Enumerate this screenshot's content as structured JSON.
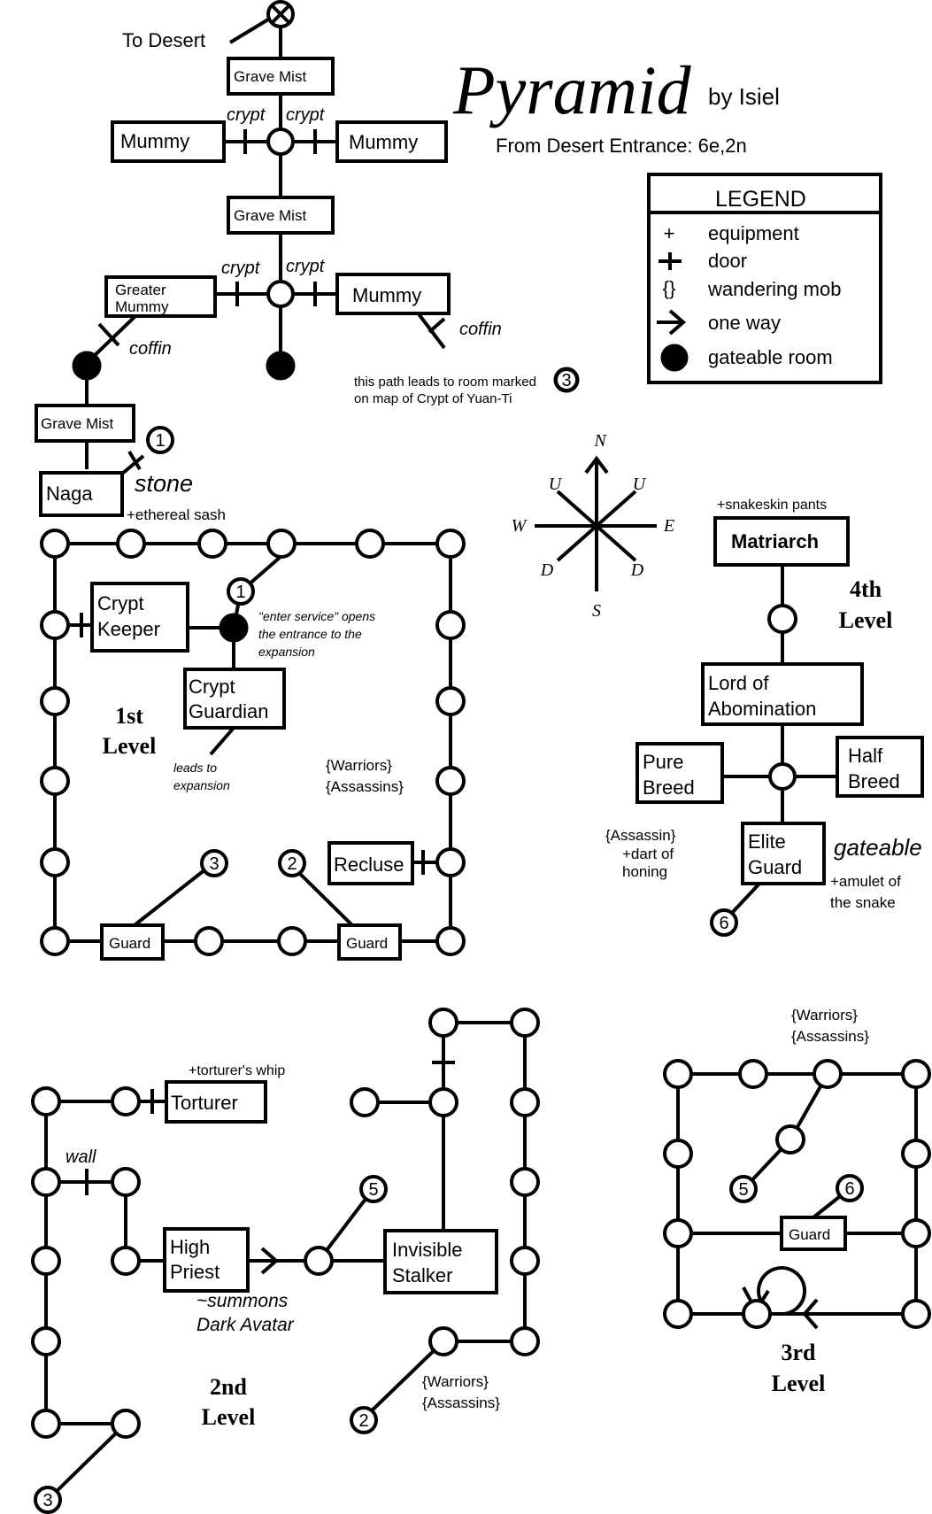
{
  "title": "Pyramid",
  "byline": "by Isiel",
  "subtitle": "From Desert Entrance:  6e,2n",
  "legend": {
    "heading": "LEGEND",
    "items": [
      {
        "symbol": "+",
        "label": "equipment"
      },
      {
        "symbol": "door-icon",
        "label": "door"
      },
      {
        "symbol": "{}",
        "label": "wandering mob"
      },
      {
        "symbol": "one-way-arrow-icon",
        "label": "one way"
      },
      {
        "symbol": "filled-circle-icon",
        "label": "gateable room"
      }
    ]
  },
  "compass": {
    "n": "N",
    "s": "S",
    "e": "E",
    "w": "W",
    "u1": "U",
    "u2": "U",
    "d1": "D",
    "d2": "D"
  },
  "top": {
    "to_desert": "To Desert",
    "grave_mist_1": "Grave Mist",
    "grave_mist_2": "Grave Mist",
    "grave_mist_3": "Grave Mist",
    "mummy_left": "Mummy",
    "mummy_right": "Mummy",
    "mummy_lower": "Mummy",
    "greater_mummy_1": "Greater",
    "greater_mummy_2": "Mummy",
    "crypt_a": "crypt",
    "crypt_b": "crypt",
    "crypt_c": "crypt",
    "crypt_d": "crypt",
    "coffin_left": "coffin",
    "coffin_right": "coffin",
    "path_note_1": "this path leads to room marked",
    "path_note_2": "on map of Crypt of Yuan-Ti",
    "path_note_num": "3",
    "naga": "Naga",
    "stone": "stone",
    "stone_num": "1",
    "ethereal_sash": "+ethereal sash"
  },
  "level1": {
    "label_1": "1st",
    "label_2": "Level",
    "crypt_keeper_1": "Crypt",
    "crypt_keeper_2": "Keeper",
    "crypt_guardian_1": "Crypt",
    "crypt_guardian_2": "Guardian",
    "num_1": "1",
    "note_enter_1": "\"enter service\" opens",
    "note_enter_2": "the entrance to the",
    "note_enter_3": "expansion",
    "note_leads_1": "leads to",
    "note_leads_2": "expansion",
    "mobs_1": "{Warriors}",
    "mobs_2": "{Assassins}",
    "recluse": "Recluse",
    "guard_left": "Guard",
    "guard_right": "Guard",
    "num_3": "3",
    "num_2": "2"
  },
  "level4": {
    "snakeskin": "+snakeskin pants",
    "matriarch": "Matriarch",
    "label_1": "4th",
    "label_2": "Level",
    "lord_1": "Lord of",
    "lord_2": "Abomination",
    "pure_1": "Pure",
    "pure_2": "Breed",
    "half_1": "Half",
    "half_2": "Breed",
    "elite_1": "Elite",
    "elite_2": "Guard",
    "gateable": "gateable",
    "assassin": "{Assassin}",
    "dart_1": "+dart of",
    "dart_2": "honing",
    "amulet_1": "+amulet of",
    "amulet_2": "the snake",
    "num_6": "6"
  },
  "level2": {
    "label_1": "2nd",
    "label_2": "Level",
    "whip": "+torturer's whip",
    "torturer": "Torturer",
    "wall": "wall",
    "high_priest_1": "High",
    "high_priest_2": "Priest",
    "summons_1": "~summons",
    "summons_2": "Dark Avatar",
    "stalker_1": "Invisible",
    "stalker_2": "Stalker",
    "num_5": "5",
    "num_2": "2",
    "num_3": "3",
    "mobs_1": "{Warriors}",
    "mobs_2": "{Assassins}"
  },
  "level3": {
    "label_1": "3rd",
    "label_2": "Level",
    "mobs_1": "{Warriors}",
    "mobs_2": "{Assassins}",
    "guard": "Guard",
    "num_5": "5",
    "num_6": "6"
  }
}
